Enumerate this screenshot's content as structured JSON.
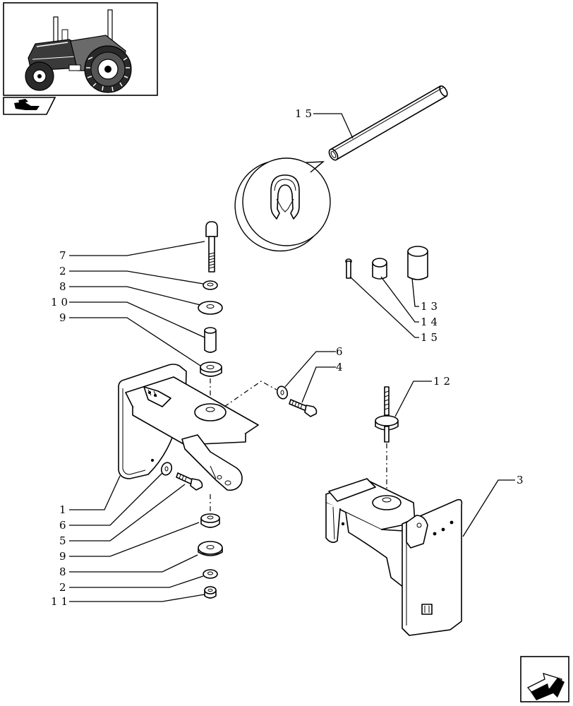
{
  "diagram": {
    "callouts": [
      {
        "id": "c-15-top",
        "text": "15"
      },
      {
        "id": "c-7",
        "text": "7"
      },
      {
        "id": "c-2-top",
        "text": "2"
      },
      {
        "id": "c-8-top",
        "text": "8"
      },
      {
        "id": "c-10",
        "text": "10"
      },
      {
        "id": "c-9-top",
        "text": "9"
      },
      {
        "id": "c-6-right",
        "text": "6"
      },
      {
        "id": "c-4",
        "text": "4"
      },
      {
        "id": "c-13",
        "text": "13"
      },
      {
        "id": "c-14",
        "text": "14"
      },
      {
        "id": "c-15-right",
        "text": "15"
      },
      {
        "id": "c-12",
        "text": "12"
      },
      {
        "id": "c-3",
        "text": "3"
      },
      {
        "id": "c-1",
        "text": "1"
      },
      {
        "id": "c-6-left",
        "text": "6"
      },
      {
        "id": "c-5",
        "text": "5"
      },
      {
        "id": "c-9-bottom",
        "text": "9"
      },
      {
        "id": "c-8-bottom",
        "text": "8"
      },
      {
        "id": "c-2-bottom",
        "text": "2"
      },
      {
        "id": "c-11",
        "text": "11"
      }
    ]
  },
  "icons": {
    "thumbnail": "tractor-thumbnail-icon",
    "section": "section-bookmark-icon",
    "next_page": "next-page-arrow-icon"
  }
}
